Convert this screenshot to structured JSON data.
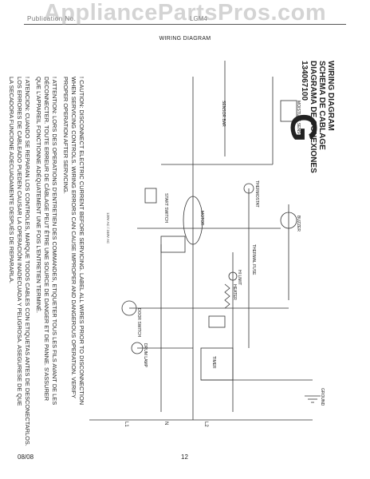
{
  "watermark": "AppliancePartsPros.com",
  "header": {
    "model": "Publication No.",
    "pub_no": "LGM4",
    "title": "WIRING DIAGRAM"
  },
  "caution": {
    "en_line1": "! CAUTION: DISCONNECT ELECTRIC CURRENT BEFORE SERVICING. LABEL ALL WIRES PRIOR TO DISCONNECTION",
    "en_line2": "WHEN SERVICING CONTROLS. WIRING ERRORS CAN CAUSE IMPROPER AND DANGEROUS OPERATION. VERIFY",
    "en_line3": "PROPER OPERATION AFTER SERVICING.",
    "fr_line1": "! ATTENTION: LORS DES OPERATIONS D'ENTRETIEN DES COMMANDES, ETIQUETER TOUS LES FILS AVANT DE LES",
    "fr_line2": "DÉCONNECTER. TOUTE ERREUR DE CÂBLAGE PEUT ÊTRE UNE SOURCE DE DANGER ET DE PANNE. S'ASSURER",
    "fr_line3": "QUE L'APPAREIL FONCTIONNE ADÉQUATEMENT UNE FOIS L'ENTRETIEN TERMINÉ.",
    "es_line1": "! ATENCION: CUANDO SE REPARAN LOS CONTROLES, MARQUE TODOS CABLES CON ETIQUETAS ANTES DE DESCONECTARLOS.",
    "es_line2": "LOS ERRORES DE CABLEADO PUEDEN CAUSAR LA OPERACIÓN INADECUADA Y PELIGROSA. ASEGURESE DE QUE",
    "es_line3": "LA SECADORA FUNCIONE ADECUADAMENTE DESPUÉS DE REPARARLA."
  },
  "legend": {
    "line1": "WIRING DIAGRAM",
    "line2": "SCHEMA DE CABLAGE",
    "line3": "DIAGRAMA DE CONEXIONES",
    "part_no": "134067100",
    "letter": "G"
  },
  "components": {
    "motor": "MOTOR",
    "timer": "TIMER",
    "heater": "HEATER",
    "door_switch": "DOOR SWITCH",
    "drum_lamp": "DRUM LAMP",
    "thermostat": "THERMOSTAT",
    "thermal_fuse": "THERMAL FUSE",
    "hi_limit": "HI LIMIT",
    "buzzer": "BUZZER",
    "start_switch": "START SWITCH",
    "sensor_bar": "SENSOR BAR",
    "moisture": "MOISTURE SENSOR",
    "ground": "GROUND",
    "l1": "L1",
    "n": "N",
    "l2": "L2",
    "voltage": "120V AC / 240V AC"
  },
  "footer": {
    "date": "08/08",
    "page": "12"
  }
}
